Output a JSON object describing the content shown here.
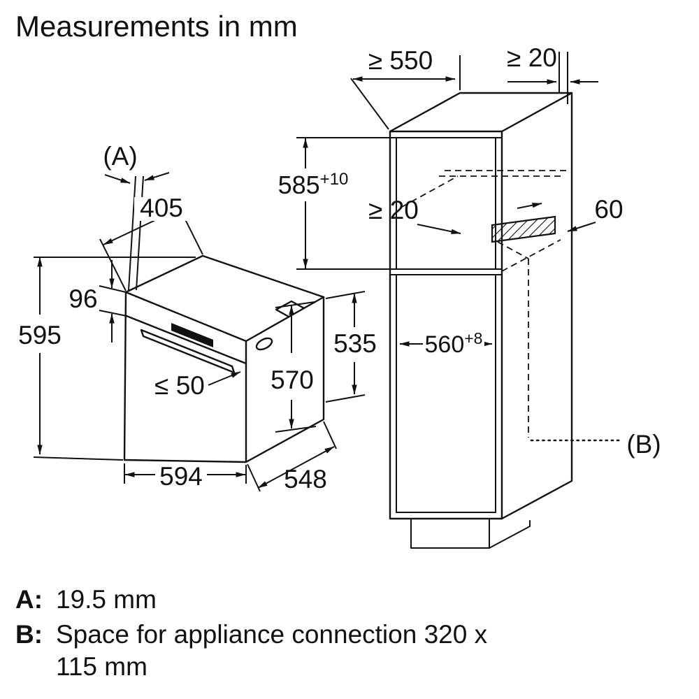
{
  "title": "Measurements in mm",
  "oven": {
    "label_a": "(A)",
    "dim_top_depth": "405",
    "dim_panel_height": "96",
    "dim_height": "595",
    "dim_handle": "≤ 50",
    "dim_depth_door": "570",
    "dim_body_height": "535",
    "dim_width": "594",
    "dim_depth_body": "548"
  },
  "cabinet": {
    "dim_min_depth": "≥ 550",
    "dim_top_gap": "≥ 20",
    "dim_niche_height": {
      "base": "585",
      "sup": "+10"
    },
    "dim_rear_gap": "≥ 20",
    "dim_spacer": "60",
    "dim_niche_width": {
      "base": "560",
      "sup": "+8"
    },
    "label_b": "(B)"
  },
  "legend": {
    "a_key": "A:",
    "a_value": "19.5 mm",
    "b_key": "B:",
    "b_value_line1": "Space for appliance connection 320 x",
    "b_value_line2": "115 mm"
  },
  "colors": {
    "ink": "#111111",
    "background": "#ffffff"
  }
}
